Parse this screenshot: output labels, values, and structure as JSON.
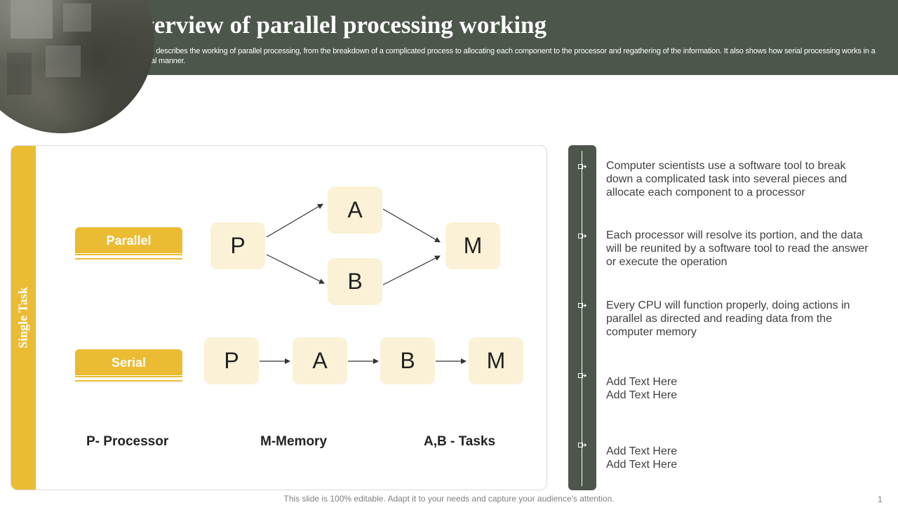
{
  "header": {
    "title": "Overview of parallel processing working",
    "subtitle": "This slide describes the working of parallel processing, from the breakdown of a complicated process to allocating each component to the processor and regathering of the information. It also shows how serial processing works in a sequential manner."
  },
  "diagram": {
    "side_label": "Single Task",
    "parallel": {
      "label": "Parallel",
      "nodes": [
        "P",
        "A",
        "B",
        "M"
      ]
    },
    "serial": {
      "label": "Serial",
      "nodes": [
        "P",
        "A",
        "B",
        "M"
      ]
    },
    "legend": [
      "P- Processor",
      "M-Memory",
      "A,B - Tasks"
    ]
  },
  "timeline": {
    "points": [
      "Computer scientists use a software tool to break down a complicated task into several pieces and allocate each component to a processor",
      "Each processor will resolve its portion, and the data will be reunited by a software tool to read the answer or execute the operation",
      "Every CPU will function properly, doing actions in parallel as directed and reading data from the computer memory",
      "Add Text Here\nAdd Text Here",
      "Add Text Here\nAdd Text Here"
    ]
  },
  "footer": {
    "note": "This slide is 100% editable. Adapt it to your needs and capture your audience's attention.",
    "page": "1"
  },
  "colors": {
    "header": "#4c564b",
    "accent": "#ebbb33",
    "box": "#fbf1d6"
  },
  "icons": {
    "timeline_node": "arrow-right-icon"
  }
}
